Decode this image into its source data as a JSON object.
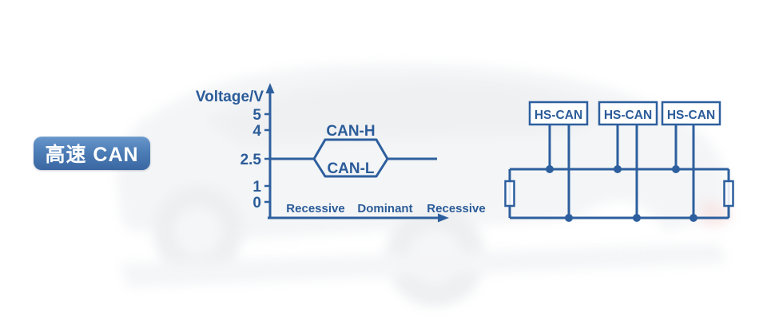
{
  "badge": {
    "label": "高速 CAN"
  },
  "chart": {
    "axis_title": "Voltage/V",
    "yticks": [
      "5",
      "4",
      "2.5",
      "1",
      "0"
    ],
    "signals": {
      "high": "CAN-H",
      "low": "CAN-L"
    },
    "states": [
      "Recessive",
      "Dominant",
      "Recessive"
    ]
  },
  "bus": {
    "nodes": [
      {
        "label": "HS-CAN"
      },
      {
        "label": "HS-CAN"
      },
      {
        "label": "HS-CAN"
      }
    ],
    "termination_resistors": 2
  },
  "colors": {
    "accent_line": "#2d5f9e",
    "text_blue": "#2b5c99",
    "badge_gradient_top": "#6797cb",
    "badge_gradient_bottom": "#3a67a2",
    "background": "#ffffff"
  },
  "chart_data": {
    "type": "line",
    "title": "HS-CAN differential voltage levels",
    "ylabel": "Voltage/V",
    "yticks": [
      0,
      1,
      2.5,
      4,
      5
    ],
    "ylim": [
      0,
      5.5
    ],
    "x_states": [
      "Recessive",
      "Dominant",
      "Recessive"
    ],
    "series": [
      {
        "name": "CAN-H",
        "values_v": [
          2.5,
          3.5,
          2.5
        ]
      },
      {
        "name": "CAN-L",
        "values_v": [
          2.5,
          1.5,
          2.5
        ]
      }
    ],
    "legend_position": "on-curve",
    "grid": false
  }
}
